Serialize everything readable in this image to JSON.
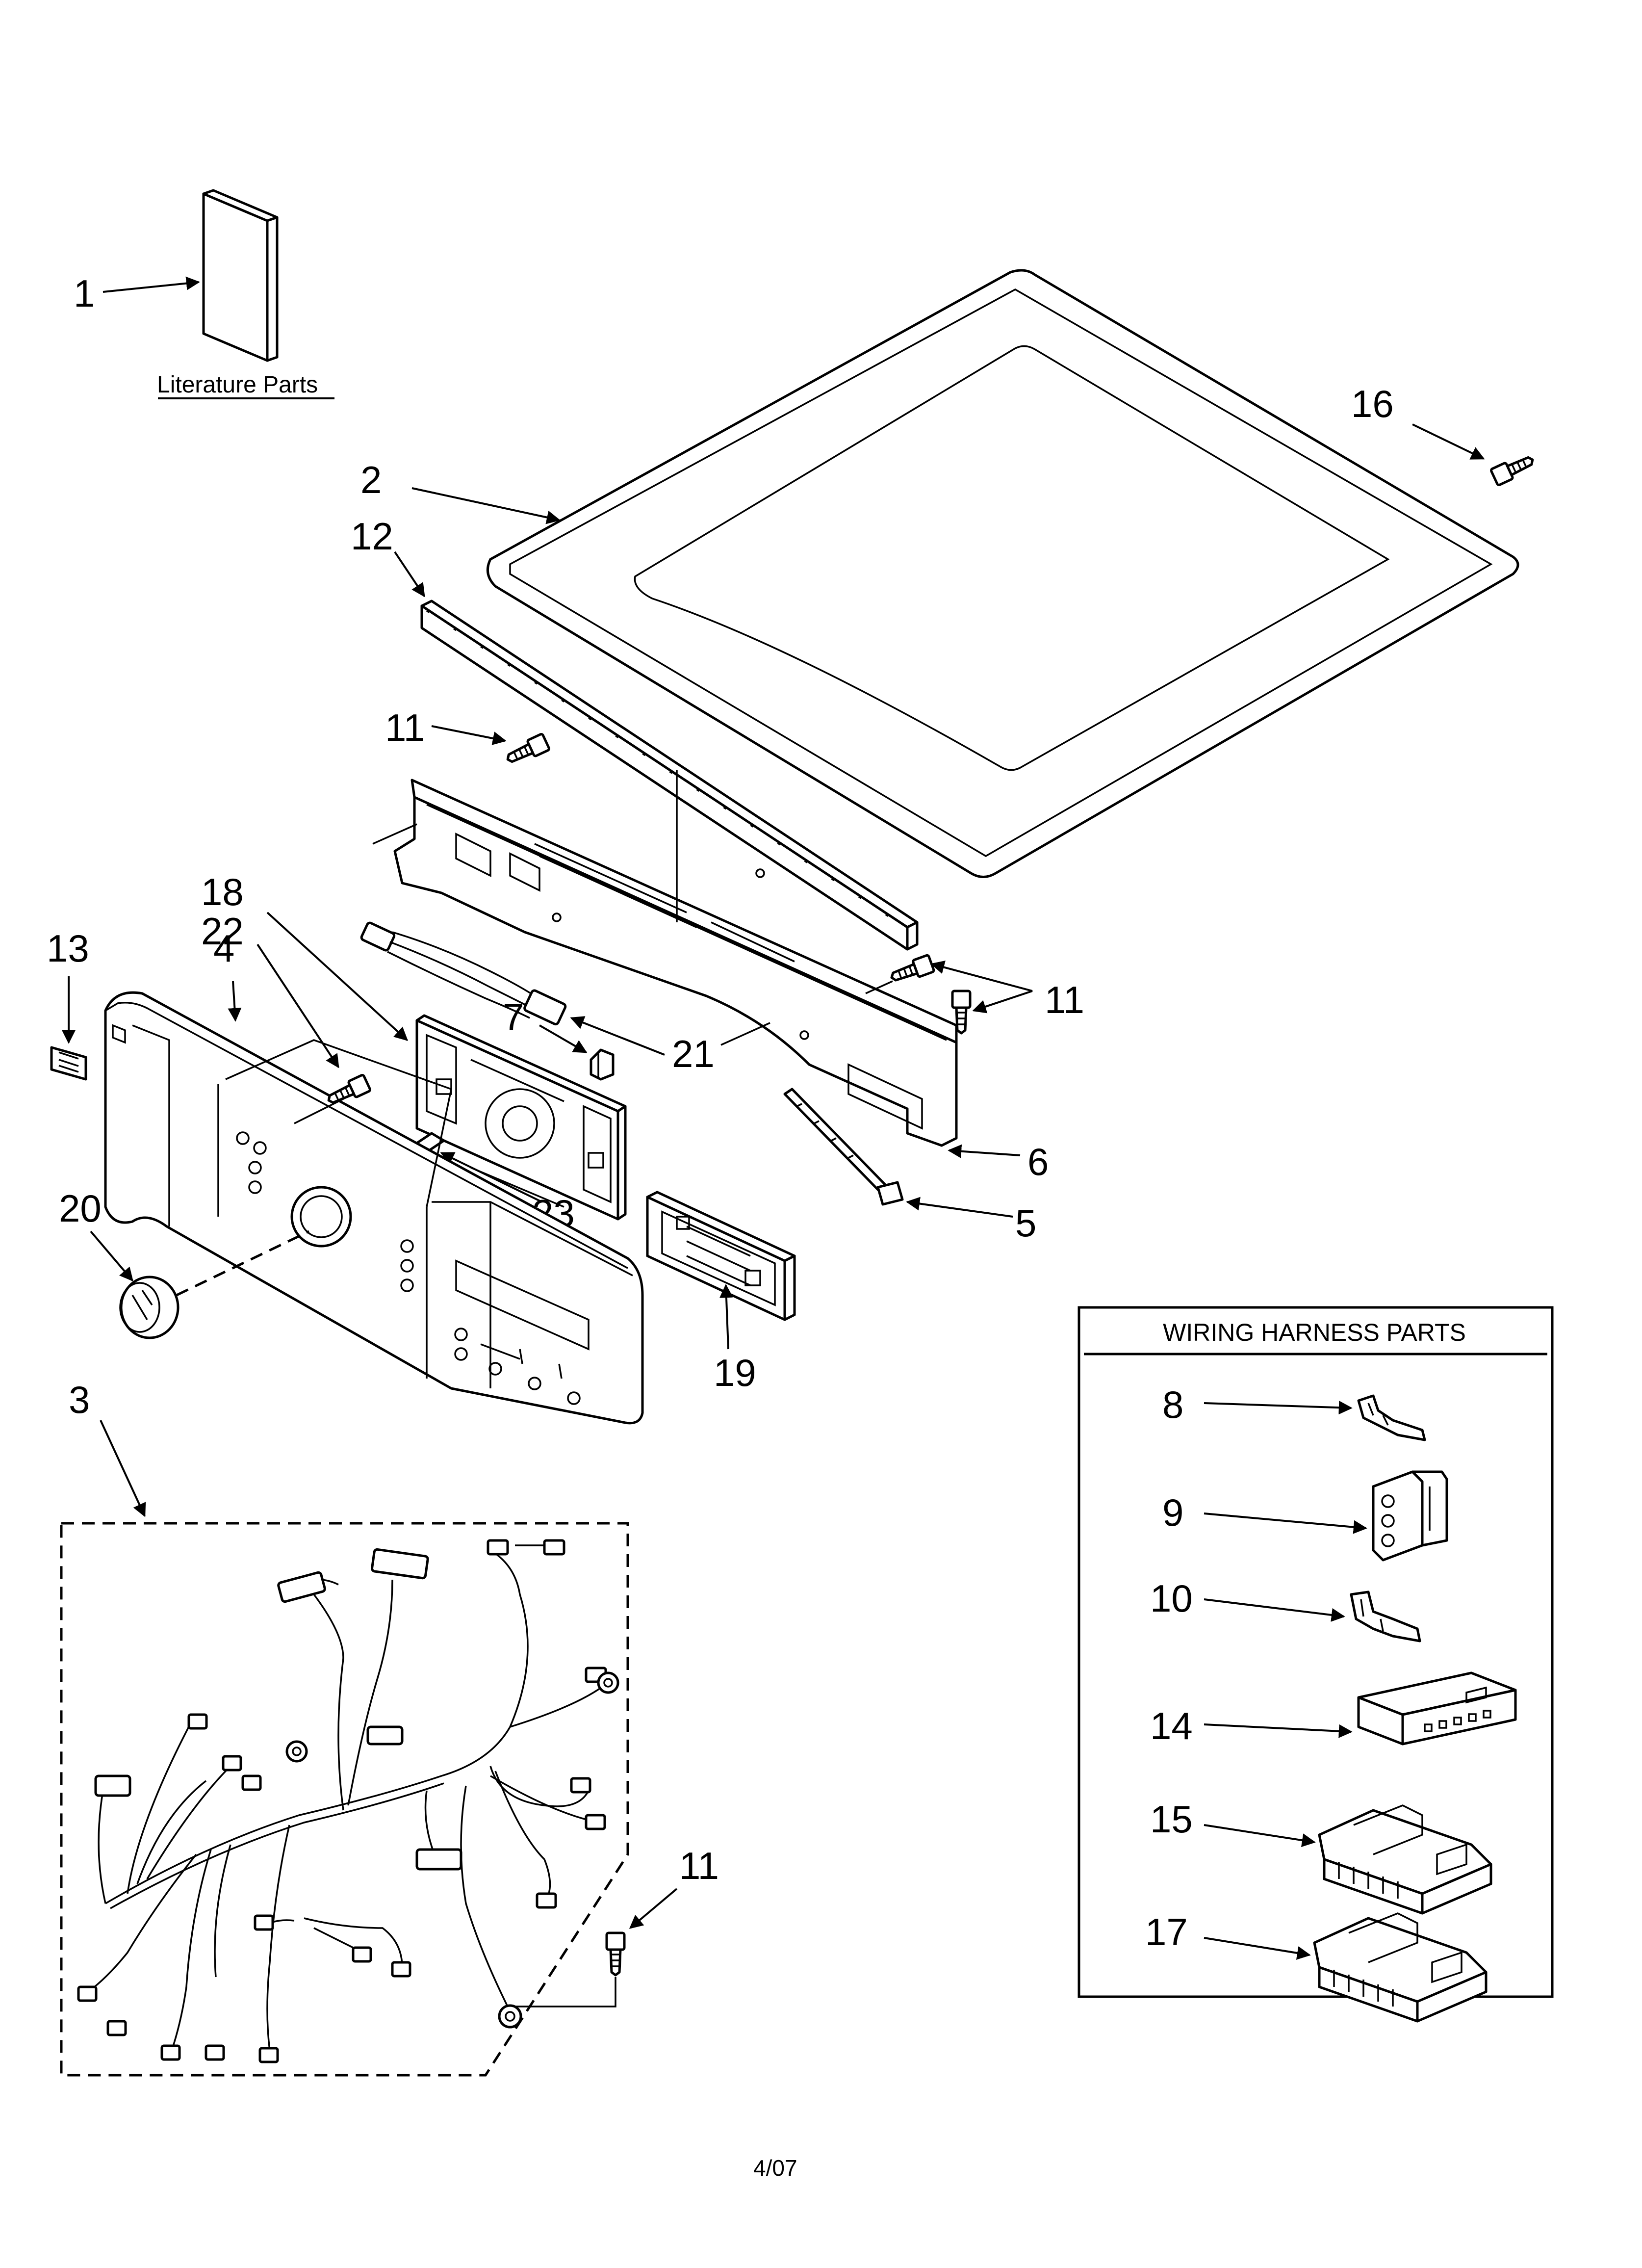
{
  "literature": {
    "label": "Literature Parts"
  },
  "wiring_box": {
    "title": "WIRING HARNESS PARTS"
  },
  "footer": {
    "date": "4/07"
  },
  "callouts": {
    "c1": "1",
    "c2": "2",
    "c3": "3",
    "c4": "4",
    "c5": "5",
    "c6": "6",
    "c7": "7",
    "c8": "8",
    "c9": "9",
    "c10": "10",
    "c11": "11",
    "c12": "12",
    "c13": "13",
    "c14": "14",
    "c15": "15",
    "c16": "16",
    "c17": "17",
    "c18": "18",
    "c19": "19",
    "c20": "20",
    "c21": "21",
    "c22": "22",
    "c23": "23"
  }
}
